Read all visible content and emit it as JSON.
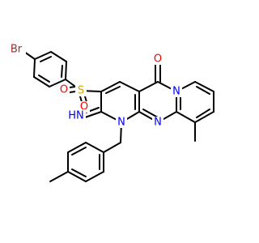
{
  "labels": {
    "bromine": "Br",
    "sulfur": "S",
    "sulfonyl_oxygen_left": "O",
    "sulfonyl_oxygen_lower": "O",
    "ketone_oxygen": "O",
    "pyrido_nitrogen": "N",
    "ring_nitrogen_bridge": "N",
    "ring_nitrogen_lower": "N",
    "imino_group": "HN"
  },
  "colors": {
    "bond": "#000000",
    "bromine": "#a52a2a",
    "sulfur": "#ccaa00",
    "oxygen": "#ff0000",
    "nitrogen": "#0000ff",
    "background": "#ffffff"
  }
}
